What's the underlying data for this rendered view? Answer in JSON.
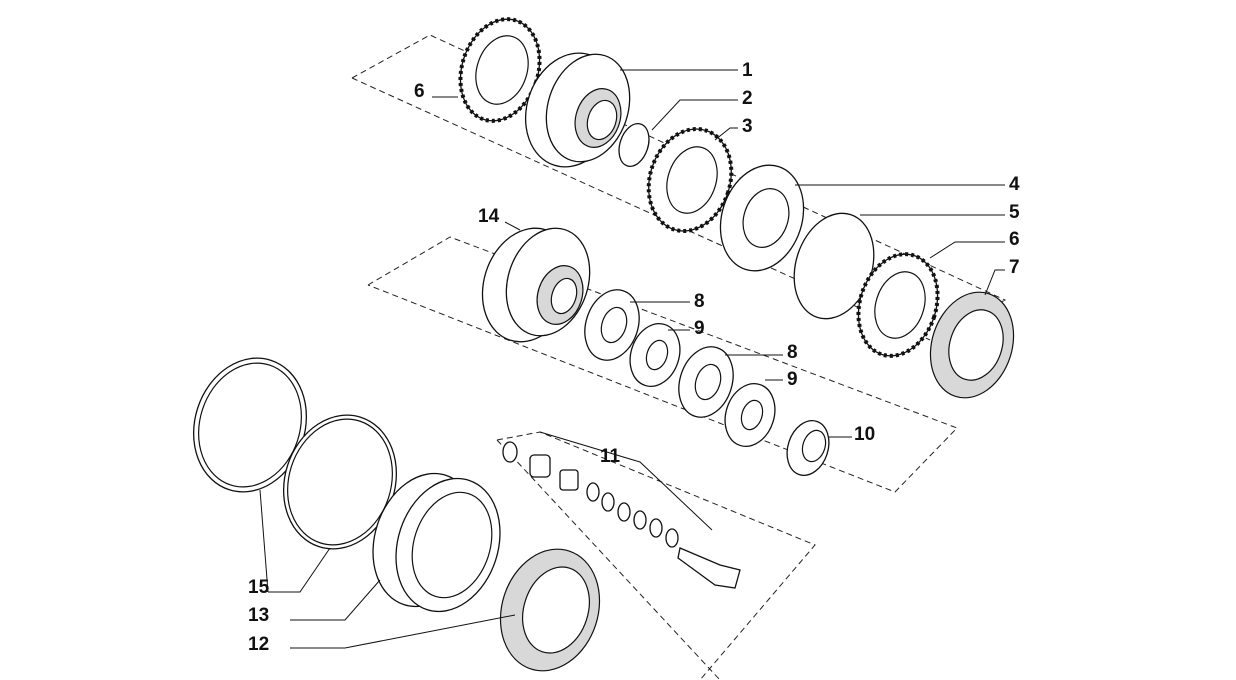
{
  "diagram": {
    "callouts": [
      {
        "id": "c6a",
        "text": "6"
      },
      {
        "id": "c1",
        "text": "1"
      },
      {
        "id": "c2",
        "text": "2"
      },
      {
        "id": "c3",
        "text": "3"
      },
      {
        "id": "c4",
        "text": "4"
      },
      {
        "id": "c5",
        "text": "5"
      },
      {
        "id": "c6b",
        "text": "6"
      },
      {
        "id": "c7",
        "text": "7"
      },
      {
        "id": "c14",
        "text": "14"
      },
      {
        "id": "c8a",
        "text": "8"
      },
      {
        "id": "c9a",
        "text": "9"
      },
      {
        "id": "c8b",
        "text": "8"
      },
      {
        "id": "c9b",
        "text": "9"
      },
      {
        "id": "c10",
        "text": "10"
      },
      {
        "id": "c11",
        "text": "11"
      },
      {
        "id": "c15",
        "text": "15"
      },
      {
        "id": "c13",
        "text": "13"
      },
      {
        "id": "c12",
        "text": "12"
      }
    ]
  }
}
